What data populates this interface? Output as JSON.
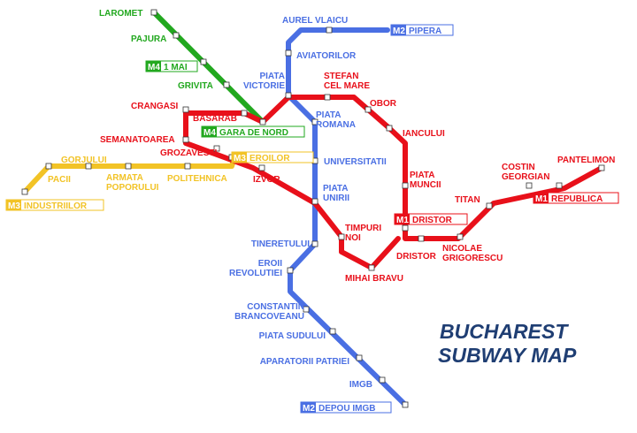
{
  "title_lines": [
    "BUCHAREST",
    "SUBWAY MAP"
  ],
  "colors": {
    "M1": "#e8101a",
    "M2": "#4a6fe3",
    "M3": "#f2c326",
    "M4": "#22a81f",
    "title": "#1f3e73"
  },
  "terminal_tags": [
    {
      "line": "M2",
      "code": "M2",
      "name": "PIPERA"
    },
    {
      "line": "M4",
      "code": "M4",
      "name": "1 MAI"
    },
    {
      "line": "M4",
      "code": "M4",
      "name": "GARA DE NORD"
    },
    {
      "line": "M3",
      "code": "M3",
      "name": "EROILOR"
    },
    {
      "line": "M3",
      "code": "M3",
      "name": "INDUSTRIILOR"
    },
    {
      "line": "M1",
      "code": "M1",
      "name": "DRISTOR"
    },
    {
      "line": "M1",
      "code": "M1",
      "name": "REPUBLICA"
    },
    {
      "line": "M2",
      "code": "M2",
      "name": "DEPOU IMGB"
    }
  ],
  "stations": [
    {
      "line": "M4",
      "text": [
        "LAROMET"
      ]
    },
    {
      "line": "M4",
      "text": [
        "PAJURA"
      ]
    },
    {
      "line": "M4",
      "text": [
        "GRIVITA"
      ]
    },
    {
      "line": "M2",
      "text": [
        "AUREL VLAICU"
      ]
    },
    {
      "line": "M2",
      "text": [
        "AVIATORILOR"
      ]
    },
    {
      "line": "M2",
      "text": [
        "PIATA",
        "VICTORIE"
      ]
    },
    {
      "line": "M2",
      "text": [
        "PIATA",
        "ROMANA"
      ]
    },
    {
      "line": "M2",
      "text": [
        "UNIVERSITATII"
      ]
    },
    {
      "line": "M2",
      "text": [
        "PIATA",
        "UNIRII"
      ]
    },
    {
      "line": "M2",
      "text": [
        "TINERETULUI"
      ]
    },
    {
      "line": "M2",
      "text": [
        "EROII",
        "REVOLUTIEI"
      ]
    },
    {
      "line": "M2",
      "text": [
        "CONSTANTIN",
        "BRANCOVEANU"
      ]
    },
    {
      "line": "M2",
      "text": [
        "PIATA SUDULUI"
      ]
    },
    {
      "line": "M2",
      "text": [
        "APARATORII PATRIEI"
      ]
    },
    {
      "line": "M2",
      "text": [
        "IMGB"
      ]
    },
    {
      "line": "M1",
      "text": [
        "STEFAN",
        "CEL MARE"
      ]
    },
    {
      "line": "M1",
      "text": [
        "OBOR"
      ]
    },
    {
      "line": "M1",
      "text": [
        "IANCULUI"
      ]
    },
    {
      "line": "M1",
      "text": [
        "PIATA",
        "MUNCII"
      ]
    },
    {
      "line": "M1",
      "text": [
        "CRANGASI"
      ]
    },
    {
      "line": "M1",
      "text": [
        "BASARAB"
      ]
    },
    {
      "line": "M1",
      "text": [
        "SEMANATOAREA"
      ]
    },
    {
      "line": "M1",
      "text": [
        "GROZAVESTI"
      ]
    },
    {
      "line": "M1",
      "text": [
        "IZVOR"
      ]
    },
    {
      "line": "M1",
      "text": [
        "TIMPURI",
        "NOI"
      ]
    },
    {
      "line": "M1",
      "text": [
        "MIHAI BRAVU"
      ]
    },
    {
      "line": "M1",
      "text": [
        "DRISTOR"
      ]
    },
    {
      "line": "M1",
      "text": [
        "NICOLAE",
        "GRIGORESCU"
      ]
    },
    {
      "line": "M1",
      "text": [
        "TITAN"
      ]
    },
    {
      "line": "M1",
      "text": [
        "COSTIN",
        "GEORGIAN"
      ]
    },
    {
      "line": "M1",
      "text": [
        "PANTELIMON"
      ]
    },
    {
      "line": "M3",
      "text": [
        "GORJULUI"
      ]
    },
    {
      "line": "M3",
      "text": [
        "PACII"
      ]
    },
    {
      "line": "M3",
      "text": [
        "ARMATA",
        "POPORULUI"
      ]
    },
    {
      "line": "M3",
      "text": [
        "POLITEHNICA"
      ]
    }
  ]
}
